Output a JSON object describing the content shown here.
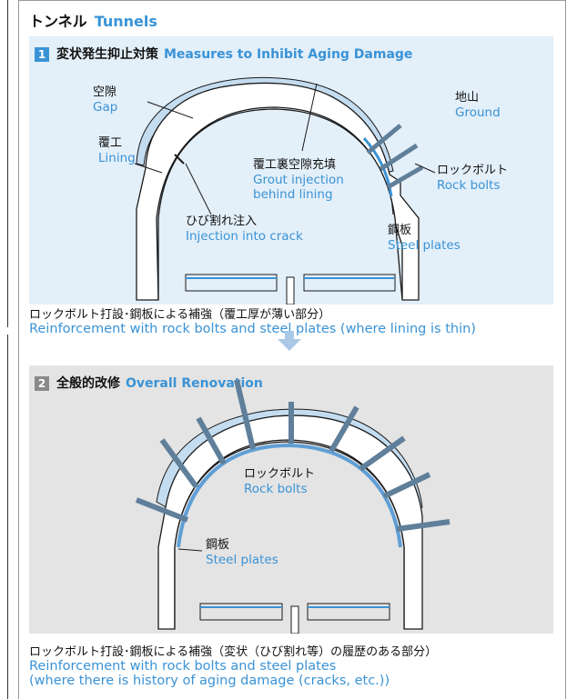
{
  "title": {
    "jp": "トンネル",
    "en": "Tunnels"
  },
  "panels": [
    {
      "num": "1",
      "title_jp": "変状発生抑止対策",
      "title_en": "Measures to Inhibit Aging Damage",
      "labels": {
        "gap": {
          "jp": "空隙",
          "en": "Gap"
        },
        "lining": {
          "jp": "覆工",
          "en": "Lining"
        },
        "ground": {
          "jp": "地山",
          "en": "Ground"
        },
        "grout": {
          "jp": "覆工裏空隙充填",
          "en1": "Grout injection",
          "en2": "behind lining"
        },
        "rockbolts": {
          "jp": "ロックボルト",
          "en": "Rock bolts"
        },
        "steel": {
          "jp": "鋼板",
          "en": "Steel plates"
        },
        "crack": {
          "jp": "ひび割れ注入",
          "en": "Injection into crack"
        }
      },
      "caption_jp": "ロックボルト打設･鋼板による補強（覆工厚が薄い部分）",
      "caption_en": "Reinforcement with rock bolts and steel plates (where lining is thin)"
    },
    {
      "num": "2",
      "title_jp": "全般的改修",
      "title_en": "Overall Renovation",
      "labels": {
        "rockbolts": {
          "jp": "ロックボルト",
          "en": "Rock bolts"
        },
        "steel": {
          "jp": "鋼板",
          "en": "Steel plates"
        }
      },
      "caption_jp": "ロックボルト打設･鋼板による補強（変状（ひび割れ等）の履歴のある部分）",
      "caption_en1": "Reinforcement with rock bolts and steel plates",
      "caption_en2": "(where there is history of aging damage (cracks, etc.))"
    }
  ],
  "colors": {
    "accent": "#3a93d6",
    "bolt": "#5f7f9a",
    "lining_fill": "#ffffff",
    "ground_fill": "#c4dcf0"
  }
}
